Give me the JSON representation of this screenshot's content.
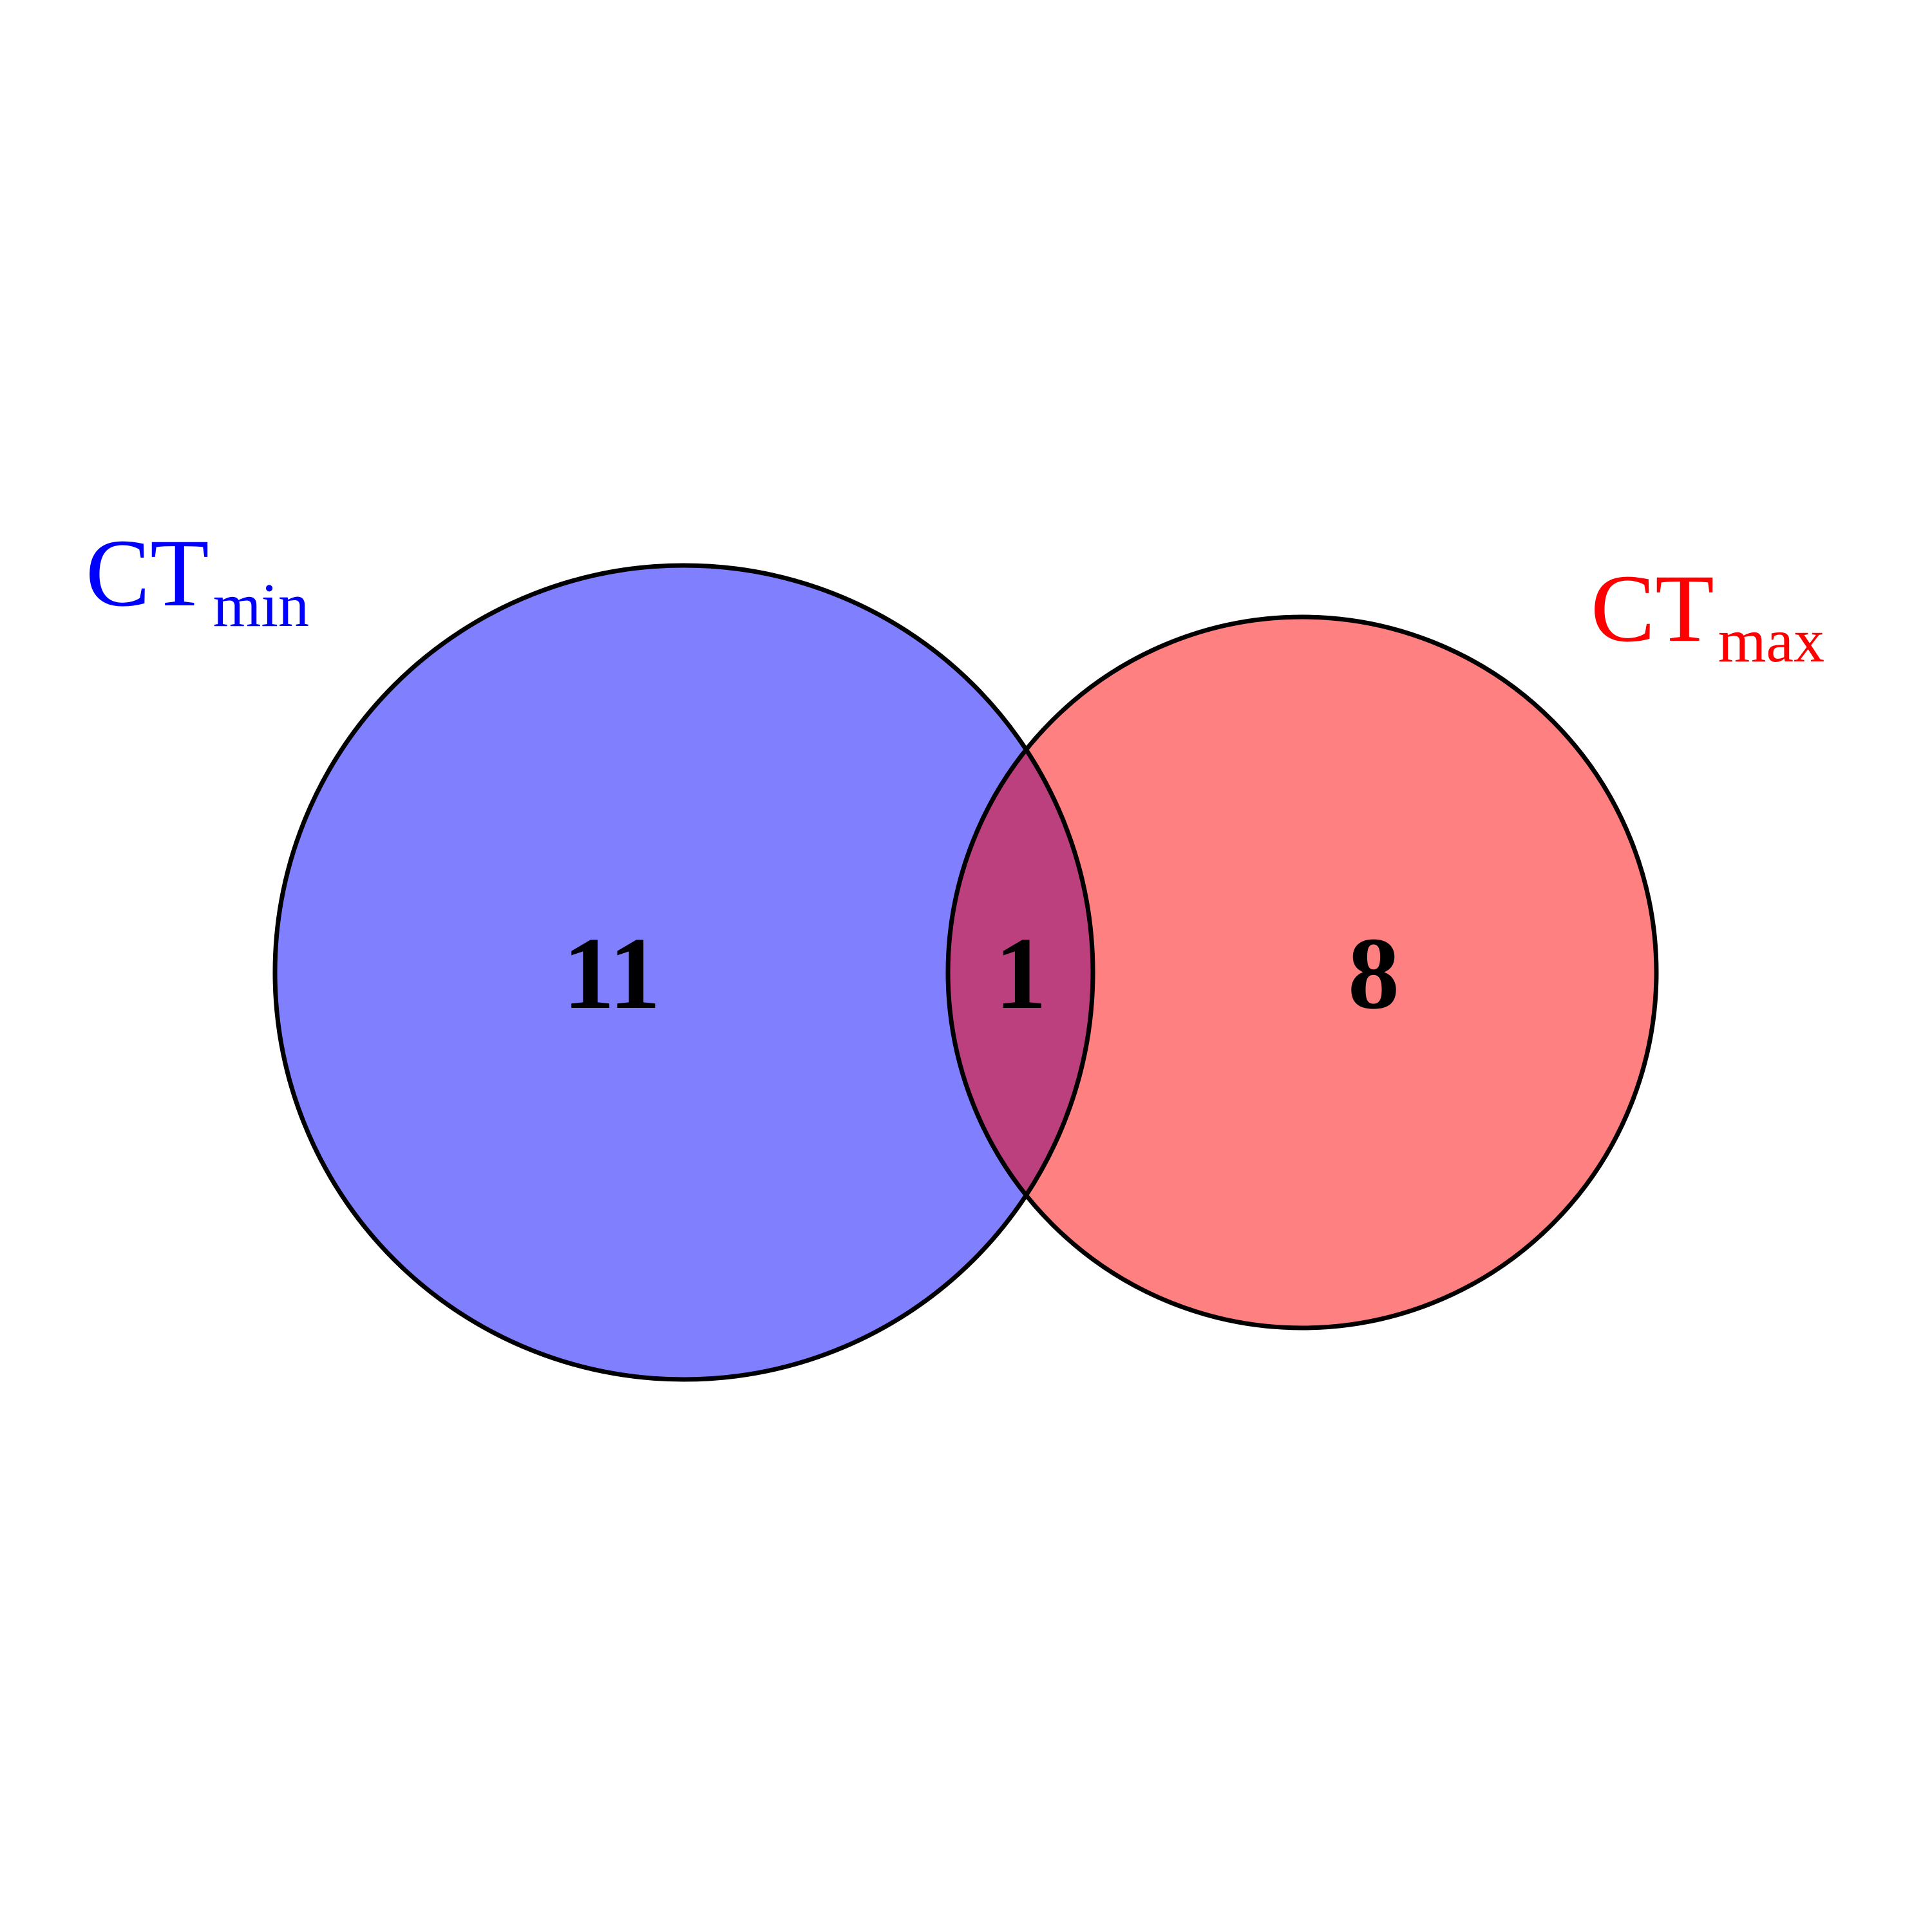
{
  "venn": {
    "sets": [
      {
        "main": "CT",
        "sub": "min",
        "color": "#0000ff",
        "fill": "#8080ff"
      },
      {
        "main": "CT",
        "sub": "max",
        "color": "#ff0000",
        "fill": "#ff8080"
      }
    ],
    "overlap_fill": "#bb407d",
    "outline_color": "#000000",
    "counts": {
      "only_min": "11",
      "both": "1",
      "only_max": "8"
    }
  }
}
